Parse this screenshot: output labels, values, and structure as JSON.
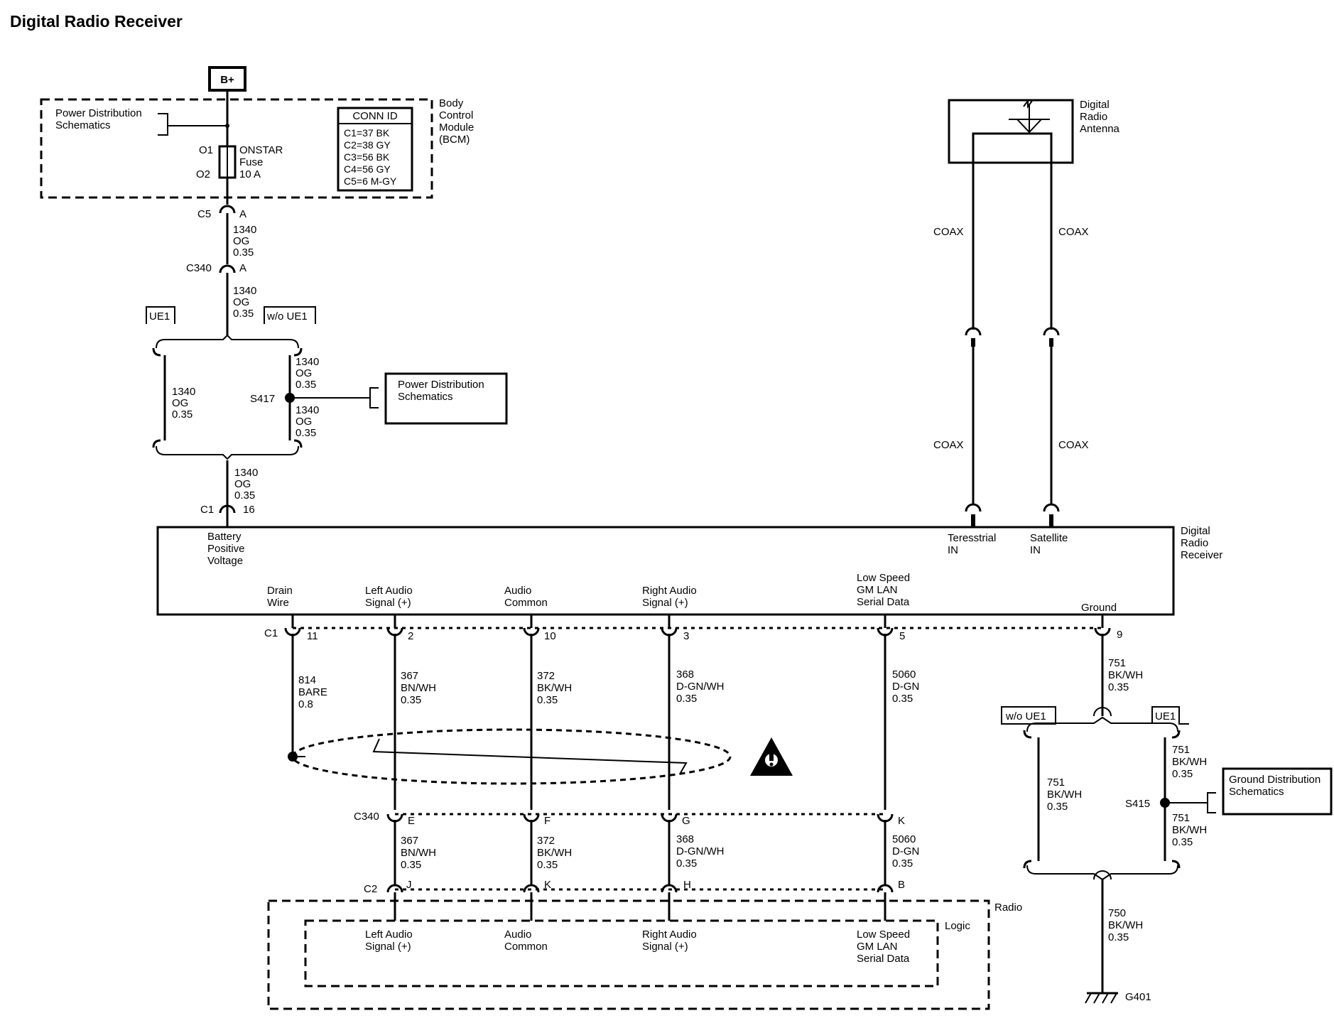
{
  "title": "Digital Radio Receiver",
  "power_source": "B+",
  "bcm": {
    "name_lines": [
      "Body",
      "Control",
      "Module",
      "(BCM)"
    ],
    "power_dist_lines": [
      "Power Distribution",
      "Schematics"
    ],
    "fuse_pins": [
      "O1",
      "O2"
    ],
    "fuse_label_lines": [
      "ONSTAR",
      "Fuse",
      "10 A"
    ],
    "conn_id_title": "CONN ID",
    "conn_id": [
      "C1=37 BK",
      "C2=38 GY",
      "C3=56 BK",
      "C4=56 GY",
      "C5=6 M-GY"
    ]
  },
  "connectors": {
    "c5": "C5",
    "c5_pin": "A",
    "c340": "C340",
    "c340_pin": "A",
    "c1_top": "C1",
    "c1_top_pin": "16",
    "c1_bottom": "C1",
    "c340_bottom": "C340",
    "c2": "C2"
  },
  "wire_og": [
    "1340",
    "OG",
    "0.35"
  ],
  "options": {
    "ue1": "UE1",
    "wo_ue1": "w/o UE1"
  },
  "splice_s417": "S417",
  "power_dist_box_lines": [
    "Power Distribution",
    "Schematics"
  ],
  "antenna": {
    "name_lines": [
      "Digital",
      "Radio",
      "Antenna"
    ],
    "coax": "COAX"
  },
  "receiver": {
    "name_lines": [
      "Digital",
      "Radio",
      "Receiver"
    ],
    "battery_lines": [
      "Battery",
      "Positive",
      "Voltage"
    ],
    "terrestrial_lines": [
      "Teresstrial",
      "IN"
    ],
    "satellite_lines": [
      "Satellite",
      "IN"
    ],
    "ground": "Ground",
    "circuits": [
      {
        "label_lines": [
          "Drain",
          "Wire"
        ],
        "pin": "11",
        "wire": [
          "814",
          "BARE",
          "0.8"
        ]
      },
      {
        "label_lines": [
          "Left Audio",
          "Signal (+)"
        ],
        "pin": "2",
        "wire": [
          "367",
          "BN/WH",
          "0.35"
        ],
        "c340_pin": "E",
        "c2_pin": "J"
      },
      {
        "label_lines": [
          "Audio",
          "Common"
        ],
        "pin": "10",
        "wire": [
          "372",
          "BK/WH",
          "0.35"
        ],
        "c340_pin": "F",
        "c2_pin": "K"
      },
      {
        "label_lines": [
          "Right Audio",
          "Signal (+)"
        ],
        "pin": "3",
        "wire": [
          "368",
          "D-GN/WH",
          "0.35"
        ],
        "c340_pin": "G",
        "c2_pin": "H"
      },
      {
        "label_lines": [
          "Low Speed",
          "GM LAN",
          "Serial Data"
        ],
        "pin": "5",
        "wire": [
          "5060",
          "D-GN",
          "0.35"
        ],
        "c340_pin": "K",
        "c2_pin": "B"
      }
    ],
    "ground_pin": "9"
  },
  "ground_circuit": {
    "wire_751": [
      "751",
      "BK/WH",
      "0.35"
    ],
    "wire_750": [
      "750",
      "BK/WH",
      "0.35"
    ],
    "splice": "S415",
    "ground_dist_lines": [
      "Ground Distribution",
      "Schematics"
    ],
    "ground_point": "G401"
  },
  "radio": {
    "name": "Radio",
    "logic": "Logic"
  }
}
